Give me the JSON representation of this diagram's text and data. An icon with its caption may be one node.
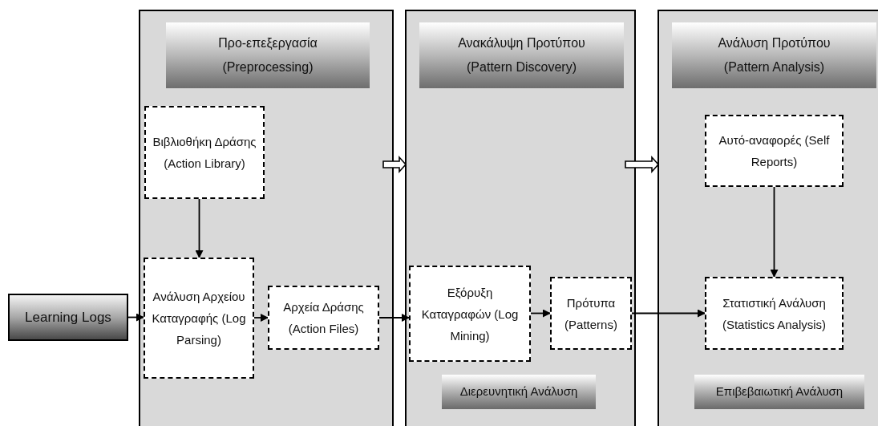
{
  "diagram": {
    "nodes": [
      {
        "text": [
          "Learning Logs"
        ]
      },
      {
        "text": [],
        "shape": "box"
      },
      {
        "text": [
          "Προ-επεξεργασία (Preprocessing)"
        ],
        "in": 1
      },
      {
        "text": [
          "Βιβλιοθήκη Δράσης (Action Library)"
        ],
        "in": 1
      },
      {
        "text": [
          "Ανάλυση Αρχείου Καταγραφής (Log Parsing)"
        ],
        "in": 1
      },
      {
        "text": [
          "Αρχεία Δράσης (Action Files)"
        ],
        "in": 1
      },
      {
        "text": [],
        "shape": "box"
      },
      {
        "text": [
          "Ανακάλυψη Προτύπου (Pattern Discovery)"
        ],
        "in": 6
      },
      {
        "text": [
          "Εξόρυξη Καταγραφών (Log Mining)"
        ],
        "in": 6
      },
      {
        "text": [
          "Πρότυπα (Patterns)"
        ],
        "in": 6
      },
      {
        "text": [
          "Διερευνητική Ανάλυση"
        ],
        "in": 6
      },
      {
        "text": [],
        "shape": "box"
      },
      {
        "text": [
          "Ανάλυση Προτύπου (Pattern Analysis)"
        ],
        "in": 11
      },
      {
        "text": [
          "Αυτό-αναφορές (Self Reports)"
        ],
        "in": 11
      },
      {
        "text": [
          "Στατιστική Ανάλυση (Statistics Analysis)"
        ],
        "in": 11
      },
      {
        "text": [
          "Επιβεβαιωτική Ανάλυση"
        ],
        "in": 11
      }
    ],
    "edges": [
      {
        "from": 0,
        "to": 4,
        "arrow": "to"
      },
      {
        "from": 3,
        "to": 4,
        "arrow": "to"
      },
      {
        "from": 4,
        "to": 5,
        "arrow": "to"
      },
      {
        "from": 5,
        "to": 8,
        "arrow": "to"
      },
      {
        "from": 8,
        "to": 9,
        "arrow": "to"
      },
      {
        "from": 9,
        "to": 14,
        "arrow": "to"
      },
      {
        "from": 13,
        "to": 14,
        "arrow": "to"
      },
      {
        "from": 1,
        "to": 6,
        "arrow": "to",
        "style": "thick"
      },
      {
        "from": 6,
        "to": 11,
        "arrow": "to",
        "style": "thick"
      }
    ]
  }
}
